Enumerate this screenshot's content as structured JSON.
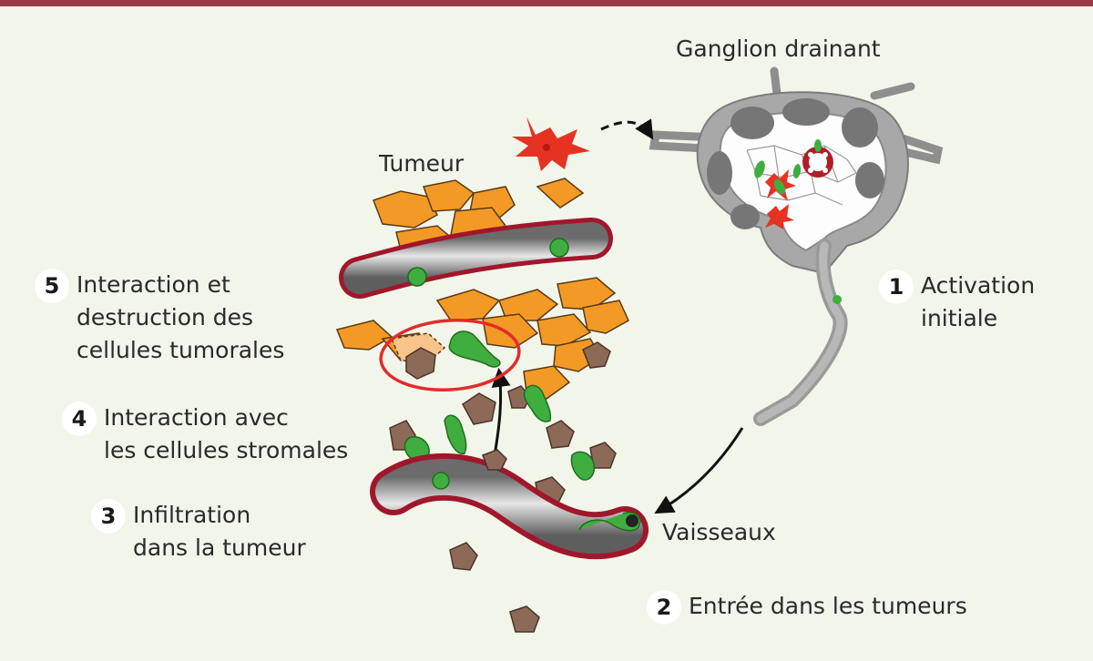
{
  "labels": {
    "ganglion": "Ganglion drainant",
    "tumeur": "Tumeur",
    "vaisseaux": "Vaisseaux"
  },
  "steps": [
    {
      "num": "1",
      "lines": [
        "Activation",
        "initiale"
      ]
    },
    {
      "num": "2",
      "lines": [
        "Entrée dans les tumeurs"
      ]
    },
    {
      "num": "3",
      "lines": [
        "Infiltration",
        "dans la tumeur"
      ]
    },
    {
      "num": "4",
      "lines": [
        "Interaction avec",
        "les cellules stromales"
      ]
    },
    {
      "num": "5",
      "lines": [
        "Interaction et",
        "destruction des",
        "cellules tumorales"
      ]
    }
  ],
  "colors": {
    "frame": "#9b3b48",
    "background": "#f2f5ea",
    "tumor_cell": "#f39a26",
    "t_cell": "#3fae3f",
    "dendritic_cell": "#e63222",
    "stromal_cell": "#8d6a58",
    "vessel_wall": "#a0172c",
    "vessel_lumen": "#8c8c8c",
    "highlight": "#e32b2b"
  }
}
